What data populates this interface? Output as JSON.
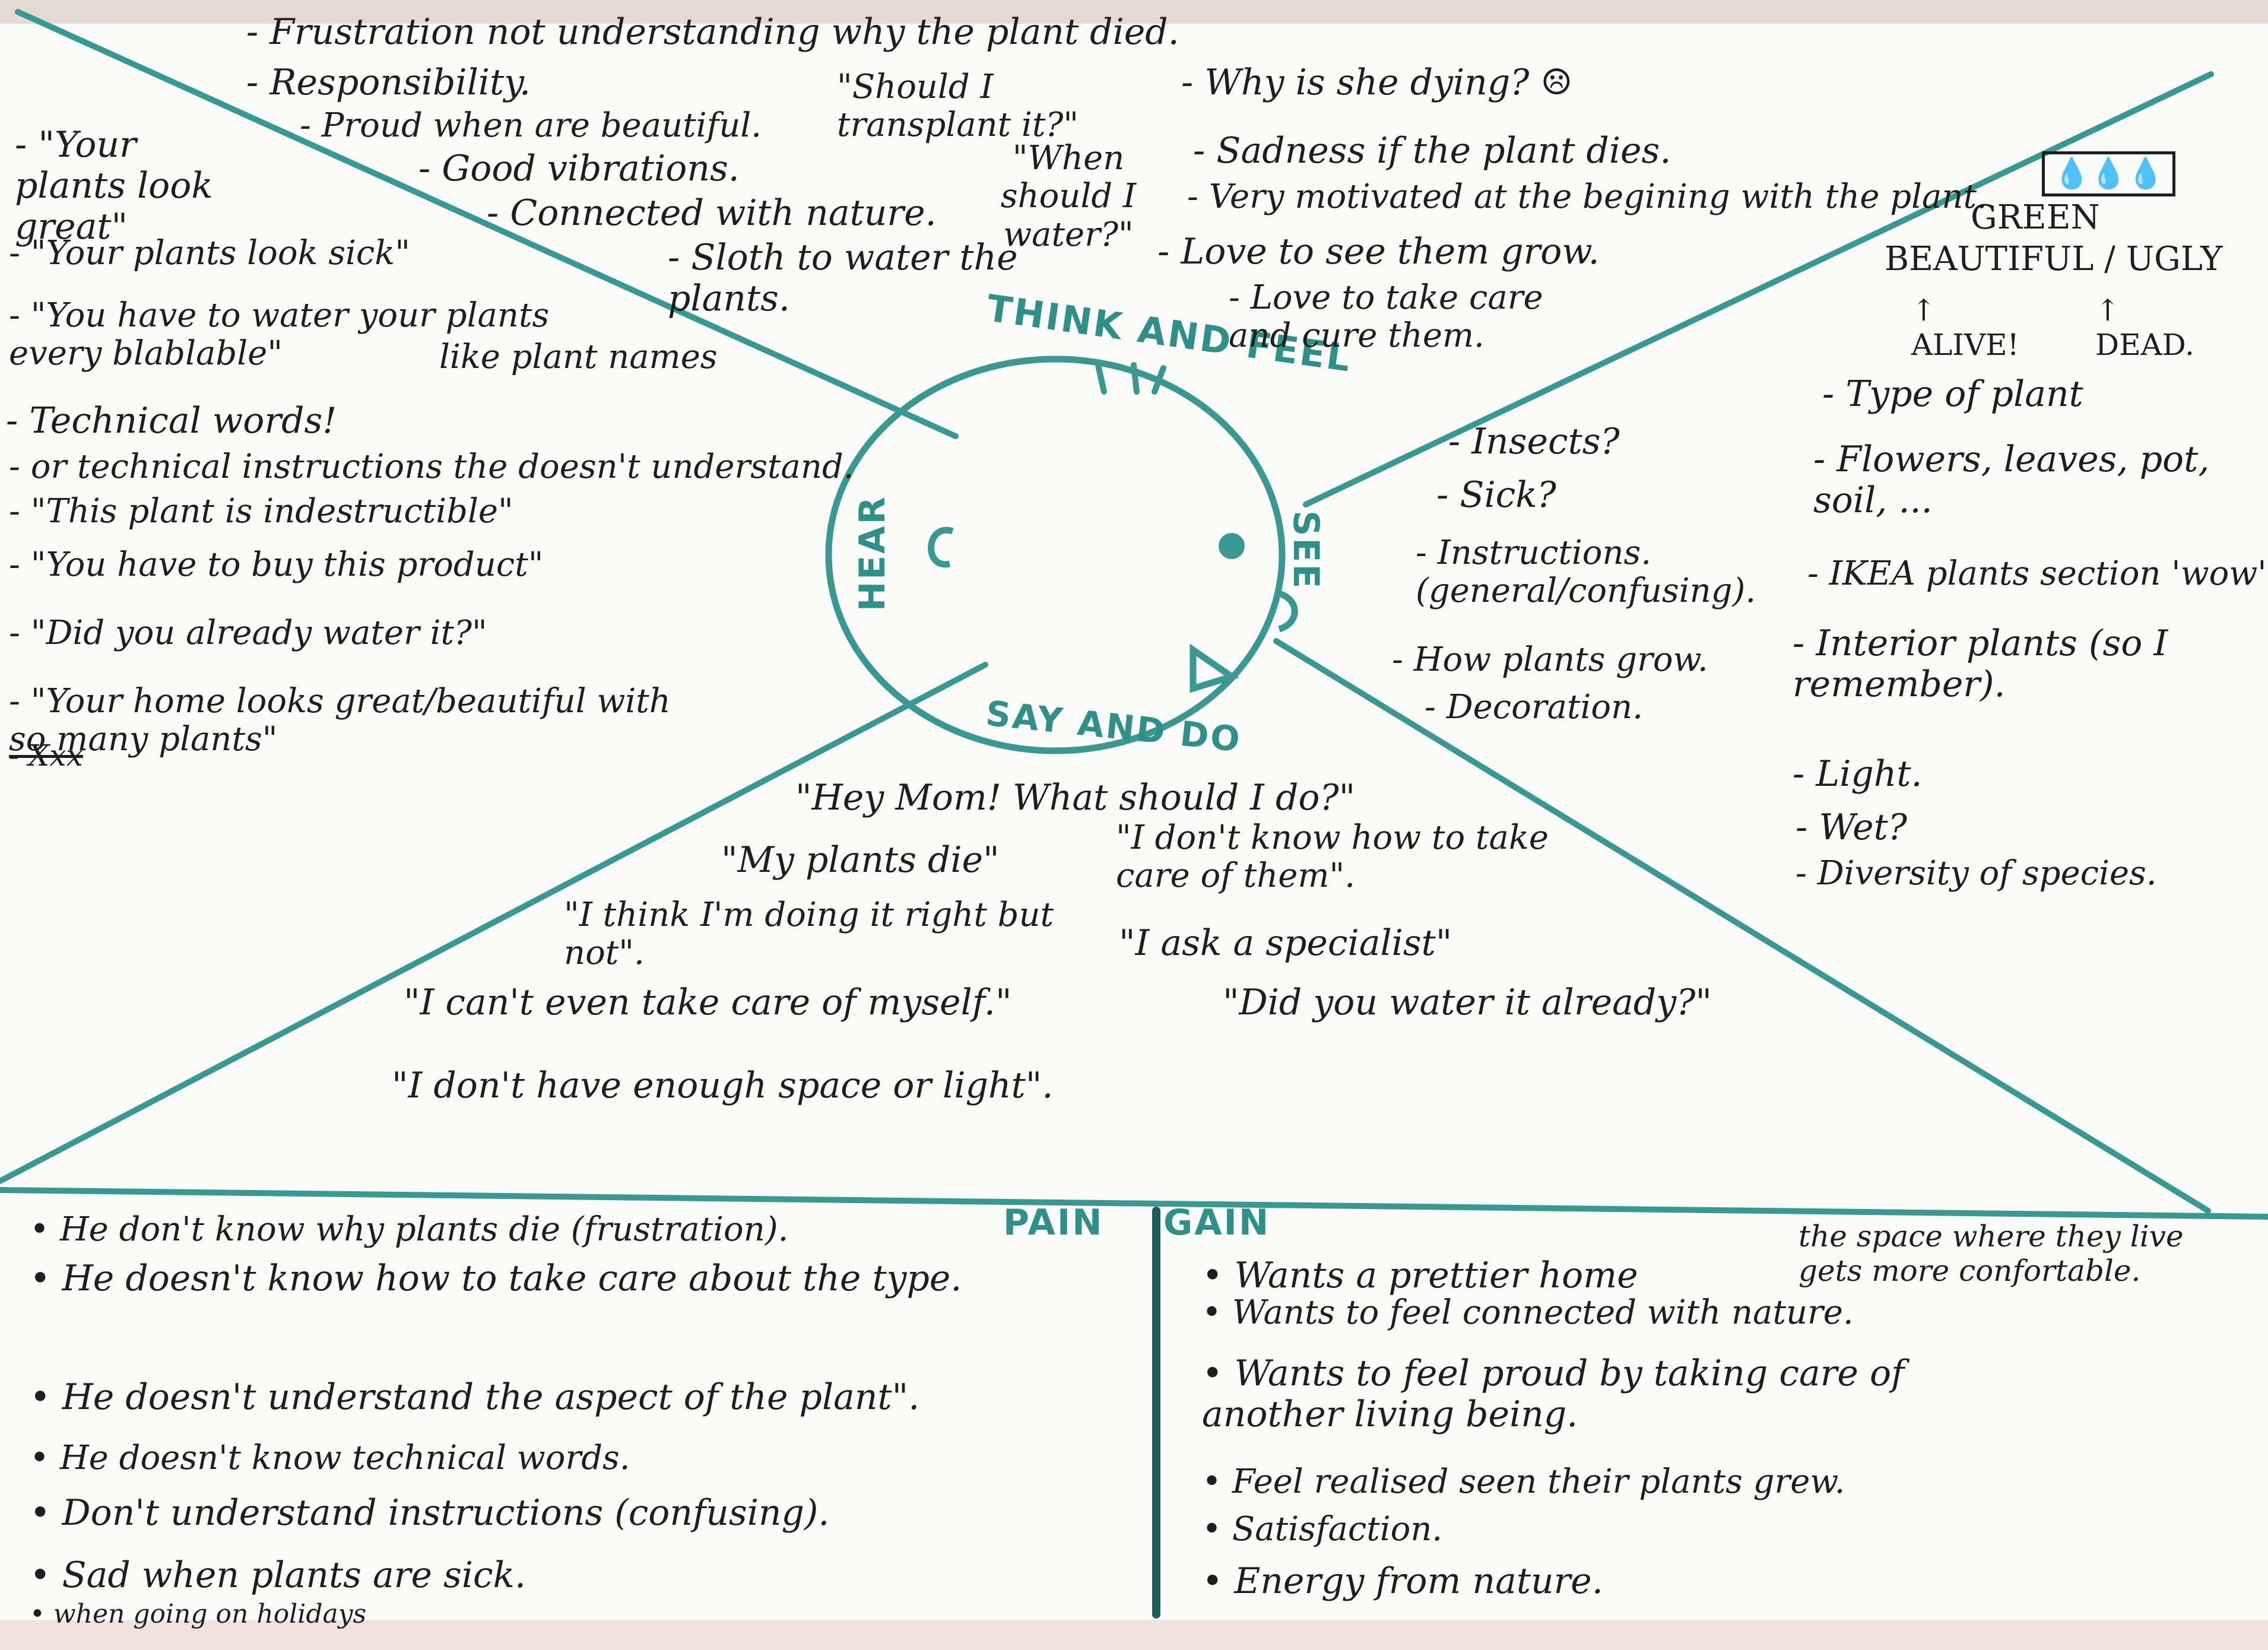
{
  "think_and_feel": {
    "label": "THINK AND FEEL",
    "items": [
      "- Frustration not understanding why the plant died.",
      "- Responsibility.",
      "- Proud when are beautiful.",
      "\"Should I transplant it?\"",
      "- Good vibrations.",
      "- Connected with nature.",
      "\"When should I water?\"",
      "- Sloth to water the plants.",
      "- Why is she dying? ☹",
      "- Sadness if the plant dies.",
      "- Very motivated at the begining with the plant.",
      "- Love to see them grow.",
      "- Love to take care and cure them."
    ]
  },
  "hear": {
    "label": "HEAR",
    "items": [
      "- \"Your plants look great\"",
      "- \"Your plants look sick\"",
      "- \"You have to water your plants every blablable\"",
      "- Technical words!",
      "like plant names",
      "- or technical instructions the doesn't understand.",
      "- \"This plant is indestructible\"",
      "- \"You have to buy this product\"",
      "- \"Did you already water it?\"",
      "- \"Your home looks great/beautiful with so many plants\"",
      "- Xxx"
    ]
  },
  "see": {
    "label": "SEE",
    "items": [
      "- Insects?",
      "- Sick?",
      "- Instructions. (general/confusing).",
      "- How plants grow.",
      "- Decoration.",
      "💧💧💧",
      "GREEN",
      "BEAUTIFUL / UGLY",
      "↑ ALIVE!",
      "↑ DEAD.",
      "- Type of plant",
      "- Flowers, leaves, pot, soil, ...",
      "- IKEA plants section 'wow'",
      "- Interior plants (so I remember).",
      "- Light.",
      "- Wet?",
      "- Diversity of species."
    ]
  },
  "say_and_do": {
    "label": "SAY AND DO",
    "items": [
      "\"Hey Mom! What should I do?\"",
      "\"My plants die\"",
      "\"I don't know how to take care of them\".",
      "\"I think I'm doing it right but not\".",
      "\"I ask a specialist\"",
      "\"I can't even take care of myself.\"",
      "\"Did you water it already?\"",
      "\"I don't have enough space or light\"."
    ]
  },
  "pain": {
    "label": "PAIN",
    "items": [
      "He don't know why plants die (frustration).",
      "He doesn't know how to take care about the type.",
      "He doesn't understand the aspect of the plant\".",
      "He doesn't know technical words.",
      "Don't understand instructions (confusing).",
      "Sad when plants are sick.",
      "when going on holidays"
    ]
  },
  "gain": {
    "label": "GAIN",
    "items": [
      "Wants a prettier home",
      "the space where they live gets more confortable.",
      "Wants to feel connected with nature.",
      "Wants to feel proud by taking care of another living being.",
      "Feel realised seen their plants grew.",
      "Satisfaction.",
      "Energy from nature."
    ]
  },
  "colors": {
    "ink": "#3a9892",
    "pen": "#1e1e1e",
    "paper": "#fbfbfa"
  }
}
